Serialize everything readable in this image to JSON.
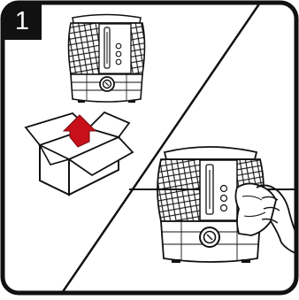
{
  "step": {
    "number": "1"
  },
  "colors": {
    "ink": "#111111",
    "arrow": "#c8101a",
    "paper": "#ffffff"
  },
  "panels": [
    {
      "name": "unpack",
      "items": [
        "humidifier-icon",
        "open-box-icon",
        "up-arrow-icon"
      ]
    },
    {
      "name": "clean",
      "items": [
        "humidifier-icon",
        "hand-with-cloth-icon"
      ]
    }
  ]
}
